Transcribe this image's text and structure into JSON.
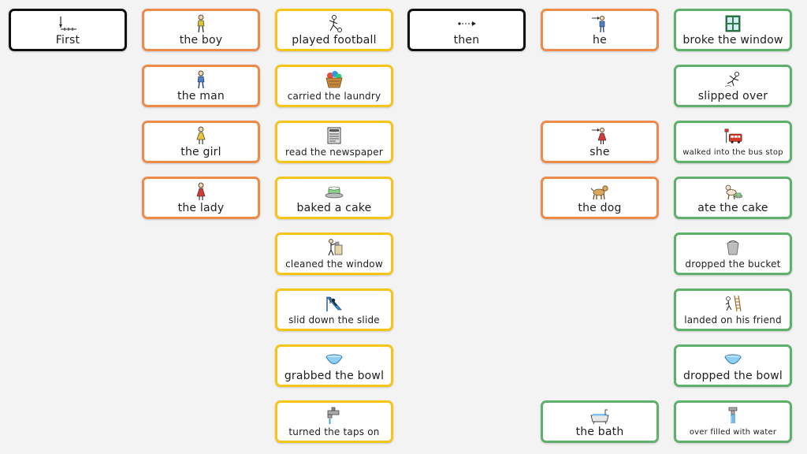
{
  "colors": {
    "background": "#f3f3f3",
    "cell_background": "#ffffff",
    "connector_border": "#111111",
    "subject_border": "#ef8b4a",
    "action_border": "#f5c518",
    "result_border": "#5fb06b",
    "text": "#1e1e1e"
  },
  "columns": {
    "connector_first": [
      {
        "label": "First",
        "icon": "first-arrow-icon"
      }
    ],
    "subjects_1": [
      {
        "label": "the boy",
        "icon": "boy-icon"
      },
      {
        "label": "the man",
        "icon": "man-icon"
      },
      {
        "label": "the girl",
        "icon": "girl-icon"
      },
      {
        "label": "the lady",
        "icon": "lady-icon"
      }
    ],
    "actions": [
      {
        "label": "played football",
        "icon": "football-player-icon"
      },
      {
        "label": "carried the laundry",
        "icon": "laundry-basket-icon"
      },
      {
        "label": "read the newspaper",
        "icon": "newspaper-icon"
      },
      {
        "label": "baked a cake",
        "icon": "cake-icon"
      },
      {
        "label": "cleaned the window",
        "icon": "cleaning-icon"
      },
      {
        "label": "slid down the slide",
        "icon": "slide-icon"
      },
      {
        "label": "grabbed the bowl",
        "icon": "bowl-icon"
      },
      {
        "label": "turned the taps on",
        "icon": "tap-icon"
      }
    ],
    "connector_then": [
      {
        "label": "then",
        "icon": "then-arrow-icon"
      }
    ],
    "subjects_2": [
      {
        "label": "he",
        "icon": "he-pointing-icon"
      },
      {
        "label": "she",
        "icon": "she-pointing-icon"
      },
      {
        "label": "the dog",
        "icon": "dog-icon"
      },
      {
        "label": "the bath",
        "icon": "bath-icon"
      }
    ],
    "results": [
      {
        "label": "broke the window",
        "icon": "window-icon"
      },
      {
        "label": "slipped over",
        "icon": "slipping-person-icon"
      },
      {
        "label": "walked into the bus stop",
        "icon": "bus-stop-icon"
      },
      {
        "label": "ate the cake",
        "icon": "dog-eating-icon"
      },
      {
        "label": "dropped the bucket",
        "icon": "bucket-icon"
      },
      {
        "label": "landed on his friend",
        "icon": "ladder-fall-icon"
      },
      {
        "label": "dropped the bowl",
        "icon": "bowl-icon"
      },
      {
        "label": "over filled with water",
        "icon": "overflowing-tap-icon"
      }
    ]
  }
}
